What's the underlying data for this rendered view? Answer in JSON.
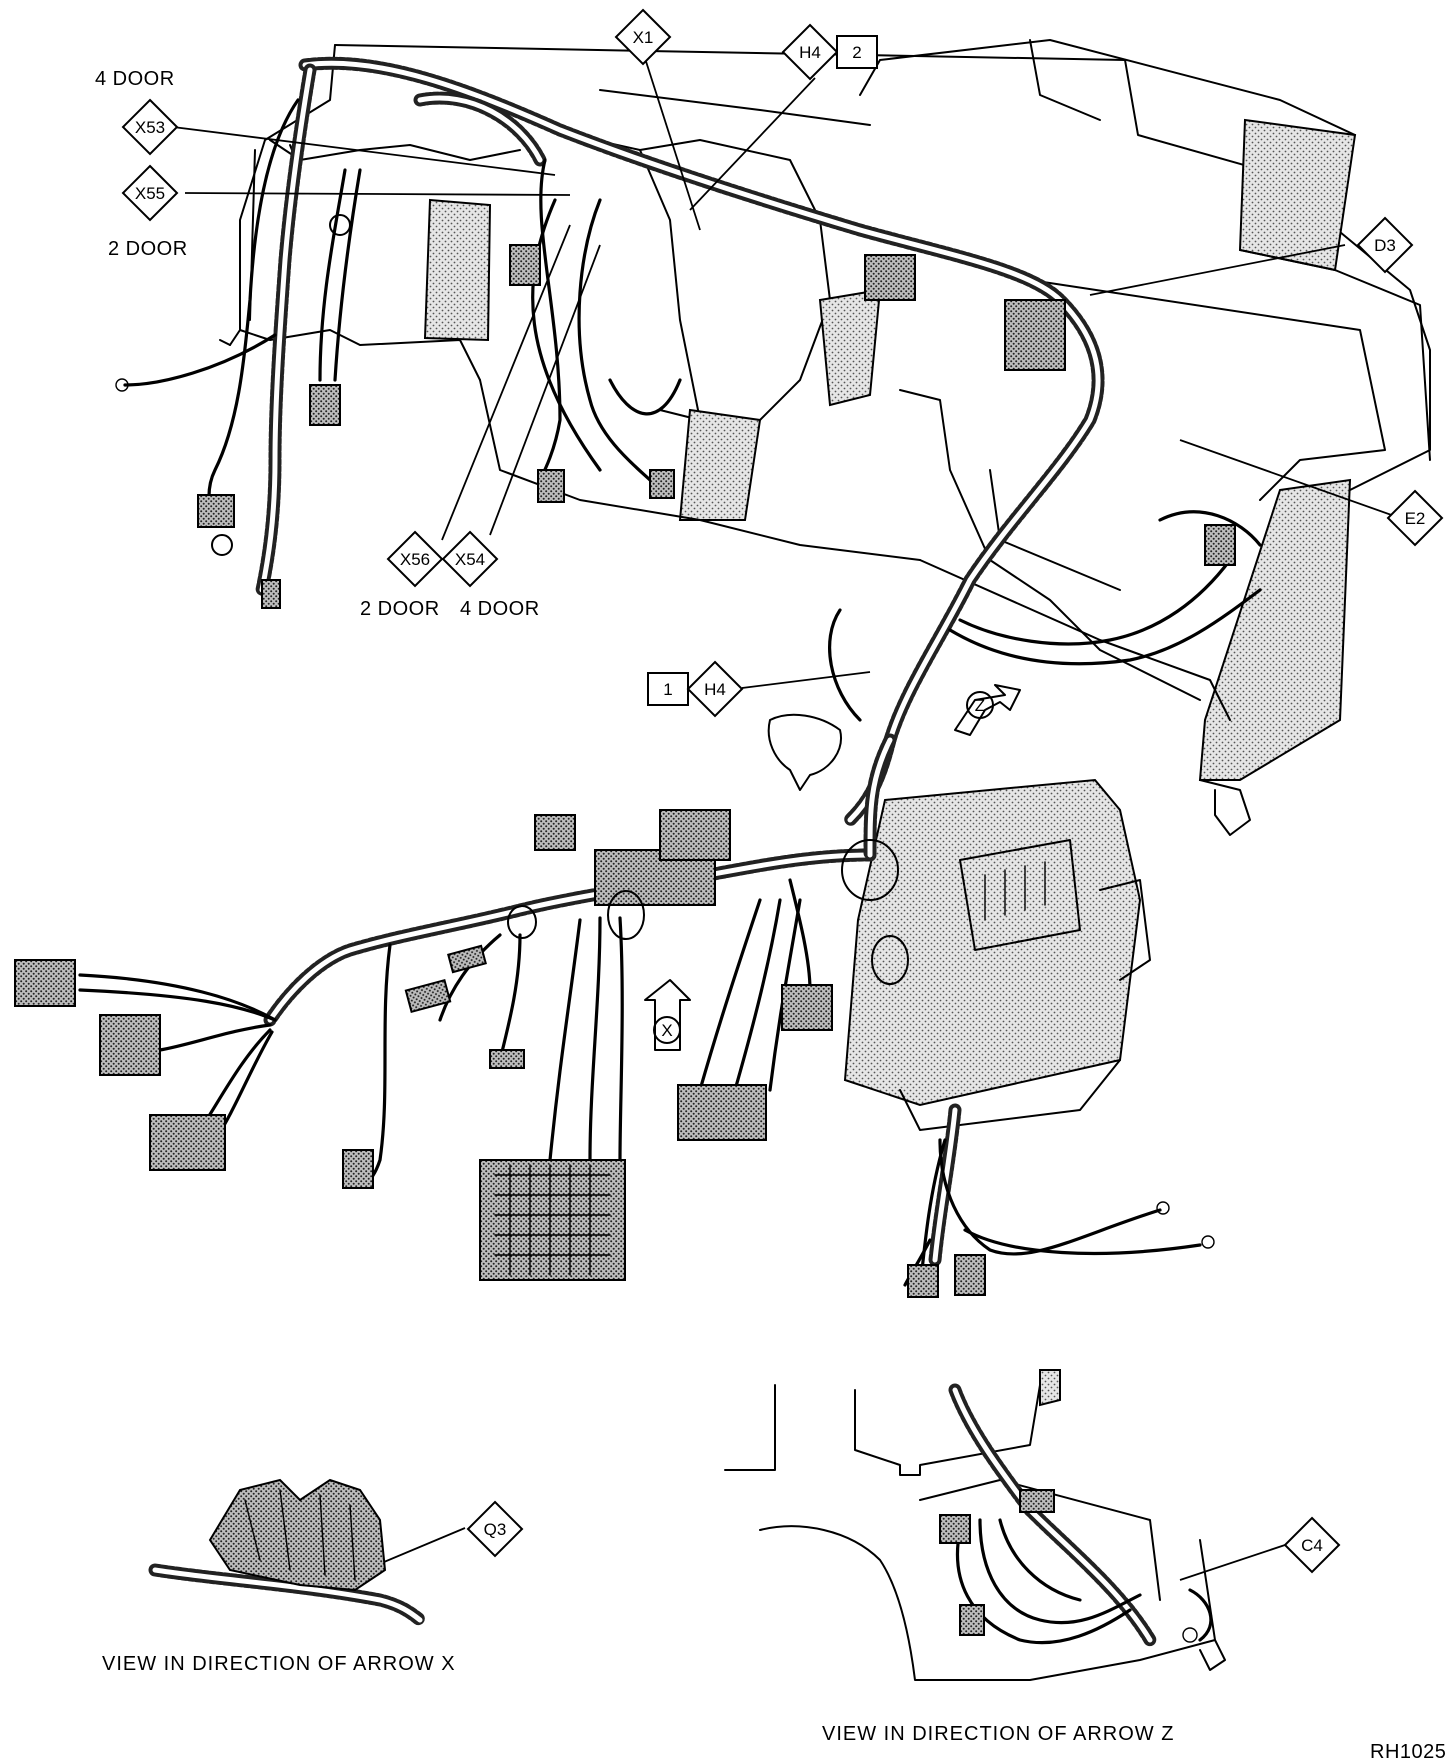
{
  "callouts": {
    "x1": "X1",
    "h4_top": "H4",
    "h4_top_num": "2",
    "x53": "X53",
    "x55": "X55",
    "d3": "D3",
    "e2": "E2",
    "x56": "X56",
    "x54": "X54",
    "h4_mid": "H4",
    "h4_mid_num": "1",
    "q3": "Q3",
    "c4": "C4",
    "arrow_x": "X",
    "arrow_z": "Z"
  },
  "labels": {
    "four_door_top": "4 DOOR",
    "two_door_left": "2 DOOR",
    "two_door_bottom": "2 DOOR",
    "four_door_bottom": "4 DOOR"
  },
  "captions": {
    "view_x": "VIEW IN DIRECTION OF ARROW X",
    "view_z": "VIEW IN DIRECTION OF ARROW Z",
    "figure_id": "RH1025"
  }
}
